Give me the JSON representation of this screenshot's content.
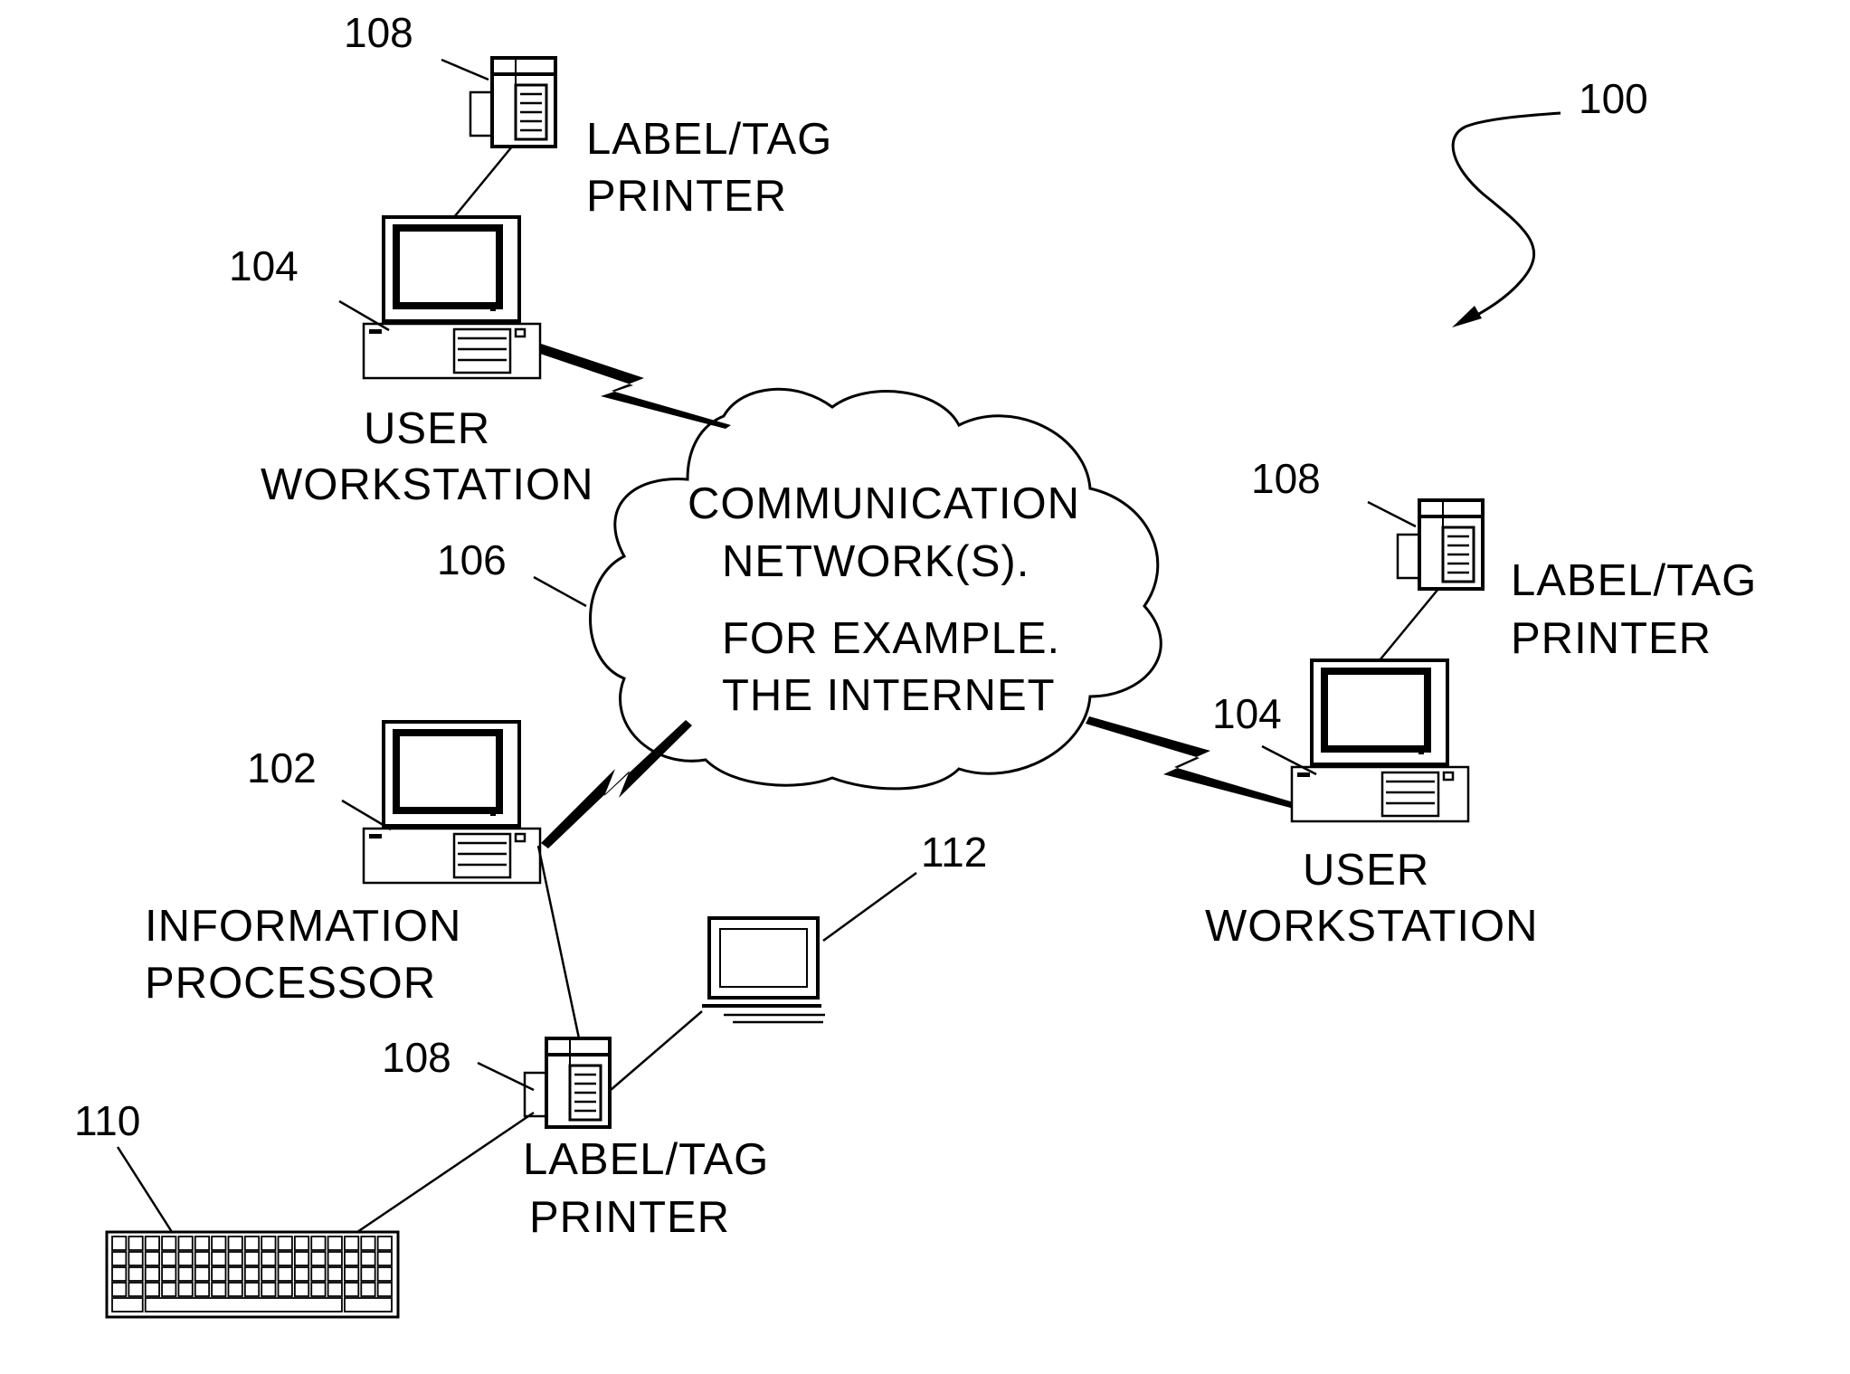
{
  "figure_number": "100",
  "network": {
    "ref": "106",
    "line1": "COMMUNICATION",
    "line2": "NETWORK(S).",
    "line3": "FOR EXAMPLE.",
    "line4": "THE INTERNET"
  },
  "workstation_top": {
    "ref": "104",
    "line1": "USER",
    "line2": "WORKSTATION"
  },
  "workstation_right": {
    "ref": "104",
    "line1": "USER",
    "line2": "WORKSTATION"
  },
  "info_processor": {
    "ref": "102",
    "line1": "INFORMATION",
    "line2": "PROCESSOR"
  },
  "printer_top": {
    "ref": "108",
    "line1": "LABEL/TAG",
    "line2": "PRINTER"
  },
  "printer_right": {
    "ref": "108",
    "line1": "LABEL/TAG",
    "line2": "PRINTER"
  },
  "printer_bottom": {
    "ref": "108",
    "line1": "LABEL/TAG",
    "line2": "PRINTER"
  },
  "keyboard": {
    "ref": "110"
  },
  "laptop": {
    "ref": "112"
  }
}
